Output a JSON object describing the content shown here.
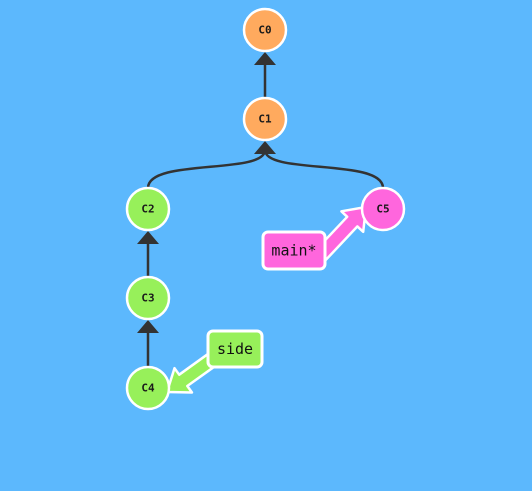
{
  "colors": {
    "background": "#5cb8fd",
    "commit_main": "#ffaa5e",
    "commit_side": "#97f05a",
    "commit_head": "#ff66dd",
    "edge": "#333333",
    "outline": "#ffffff"
  },
  "commits": [
    {
      "id": "C0",
      "label": "C0",
      "color": "#ffaa5e"
    },
    {
      "id": "C1",
      "label": "C1",
      "color": "#ffaa5e"
    },
    {
      "id": "C2",
      "label": "C2",
      "color": "#97f05a"
    },
    {
      "id": "C3",
      "label": "C3",
      "color": "#97f05a"
    },
    {
      "id": "C4",
      "label": "C4",
      "color": "#97f05a"
    },
    {
      "id": "C5",
      "label": "C5",
      "color": "#ff66dd"
    }
  ],
  "edges": [
    {
      "from": "C1",
      "to": "C0"
    },
    {
      "from": "C2",
      "to": "C1"
    },
    {
      "from": "C5",
      "to": "C1"
    },
    {
      "from": "C3",
      "to": "C2"
    },
    {
      "from": "C4",
      "to": "C3"
    }
  ],
  "branches": [
    {
      "id": "side",
      "label": "side",
      "target": "C4",
      "color": "#97f05a"
    },
    {
      "id": "main",
      "label": "main*",
      "target": "C5",
      "color": "#ff66dd"
    }
  ]
}
